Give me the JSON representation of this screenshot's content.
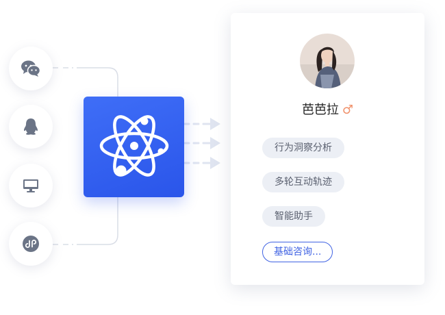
{
  "channels": [
    {
      "icon": "wechat-icon"
    },
    {
      "icon": "qq-icon"
    },
    {
      "icon": "desktop-icon"
    },
    {
      "icon": "mini-program-icon"
    }
  ],
  "hub": {
    "icon": "atom-icon"
  },
  "profile": {
    "name": "芭芭拉",
    "gender_symbol": "♂",
    "tags": [
      "行为洞察分析",
      "多轮互动轨迹",
      "智能助手"
    ],
    "consult_label": "基础咨询..."
  },
  "colors": {
    "accent": "#3f62e3",
    "hub": "#2f5cf0",
    "tag_bg": "#eceff5",
    "icon_gray": "#6b7486",
    "gender": "#f0916b"
  }
}
